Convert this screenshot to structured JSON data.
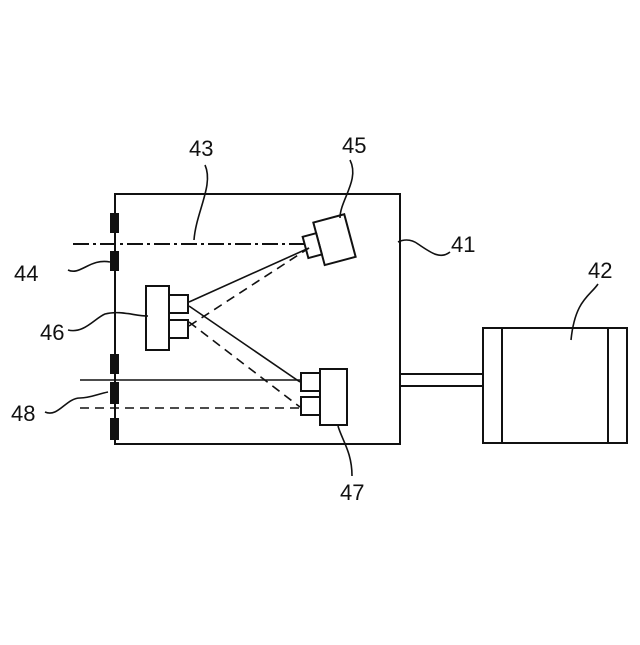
{
  "labels": {
    "l41": "41",
    "l42": "42",
    "l43": "43",
    "l44": "44",
    "l45": "45",
    "l46": "46",
    "l47": "47",
    "l48": "48"
  },
  "colors": {
    "line": "#111111",
    "background": "#ffffff"
  }
}
